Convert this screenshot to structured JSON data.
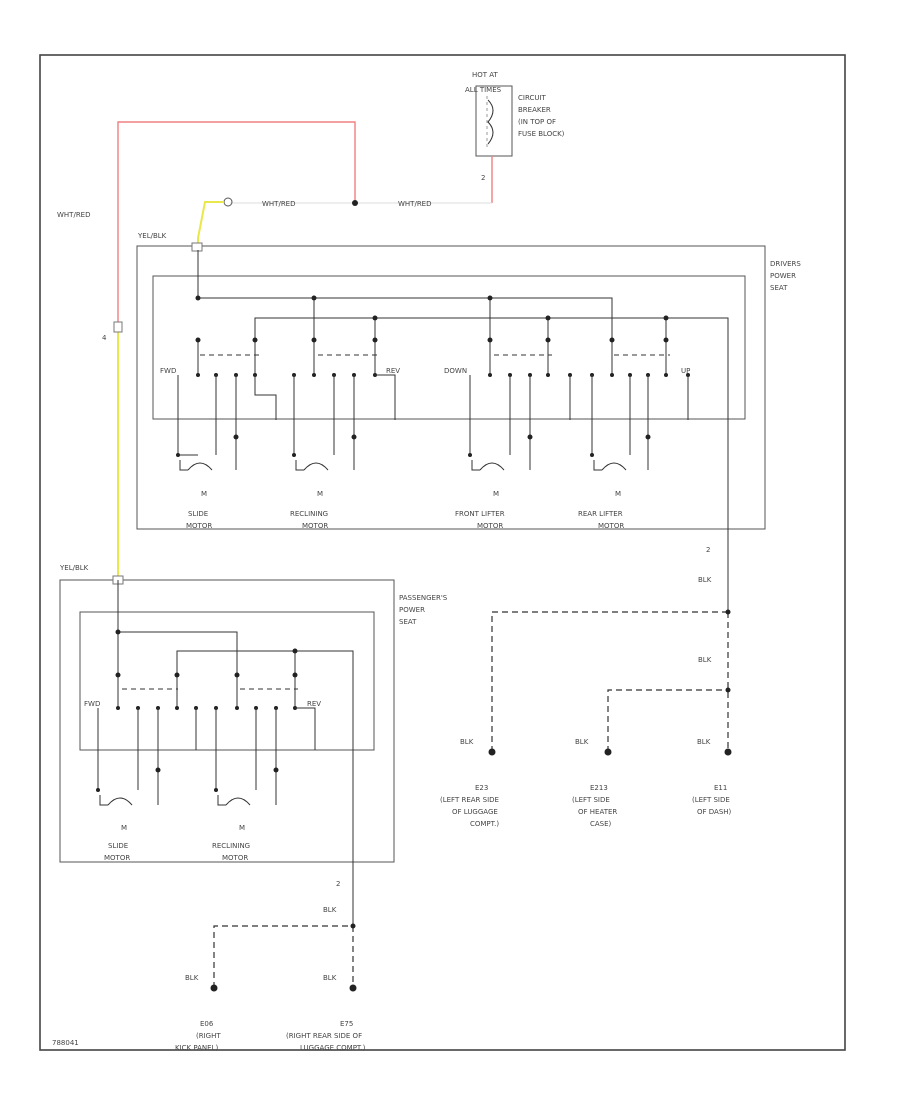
{
  "colors": {
    "wht_red": "#f08080",
    "yel_blk": "#e8e84a",
    "wire": "#333333",
    "frame": "#444444"
  },
  "top": {
    "hot_at": "HOT AT",
    "all_times": "ALL TIMES",
    "breaker_label": [
      "CIRCUIT",
      "BREAKER",
      "(IN TOP OF",
      "FUSE BLOCK)"
    ],
    "breaker_pin": "2"
  },
  "wires": {
    "wht_red_left": "WHT/RED",
    "wht_red_mid": "WHT/RED",
    "wht_red_right": "WHT/RED",
    "yel_blk_driver": "YEL/BLK",
    "yel_blk_passenger": "YEL/BLK",
    "pin_4": "4"
  },
  "driver": {
    "title": [
      "DRIVERS",
      "POWER",
      "SEAT"
    ],
    "switch_labels": [
      "FWD",
      "REV",
      "DOWN",
      "UP"
    ],
    "motors": [
      {
        "line1": "SLIDE",
        "line2": "MOTOR"
      },
      {
        "line1": "RECLINING",
        "line2": "MOTOR"
      },
      {
        "line1": "FRONT LIFTER",
        "line2": "MOTOR"
      },
      {
        "line1": "REAR LIFTER",
        "line2": "MOTOR"
      }
    ],
    "ground_pin": "2"
  },
  "passenger": {
    "title": [
      "PASSENGER'S",
      "POWER",
      "SEAT"
    ],
    "switch_labels": [
      "FWD",
      "REV"
    ],
    "motors": [
      {
        "line1": "SLIDE",
        "line2": "MOTOR"
      },
      {
        "line1": "RECLINING",
        "line2": "MOTOR"
      }
    ],
    "ground_pin": "2"
  },
  "grounds_right": {
    "blk_labels": [
      "BLK",
      "BLK",
      "BLK",
      "BLK",
      "BLK"
    ],
    "points": [
      {
        "id": "E23",
        "desc": [
          "(LEFT REAR SIDE",
          "OF LUGGAGE",
          "COMPT.)"
        ]
      },
      {
        "id": "E213",
        "desc": [
          "(LEFT SIDE",
          "OF HEATER",
          "CASE)"
        ]
      },
      {
        "id": "E11",
        "desc": [
          "(LEFT SIDE",
          "OF DASH)"
        ]
      }
    ]
  },
  "grounds_left": {
    "blk_labels": [
      "BLK",
      "BLK",
      "BLK"
    ],
    "points": [
      {
        "id": "E06",
        "desc": [
          "(RIGHT",
          "KICK PANEL)"
        ]
      },
      {
        "id": "E75",
        "desc": [
          "(RIGHT REAR SIDE OF",
          "LUGGAGE COMPT.)"
        ]
      }
    ]
  },
  "footer_code": "788041"
}
